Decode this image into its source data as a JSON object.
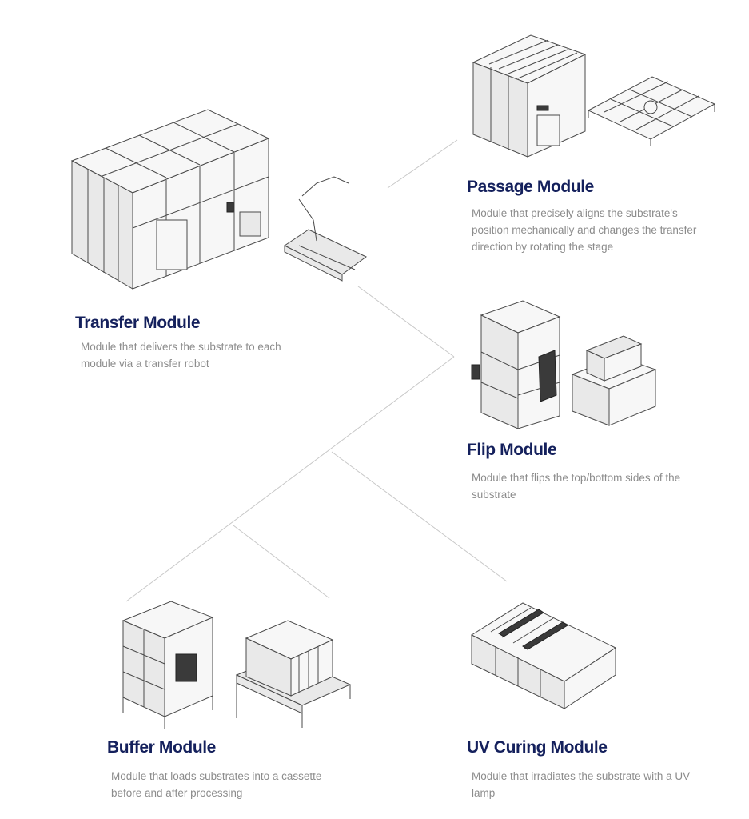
{
  "modules": [
    {
      "id": "transfer",
      "title": "Transfer Module",
      "description": "Module that delivers the substrate to each module via a transfer robot",
      "icon": "transfer-module-illustration"
    },
    {
      "id": "passage",
      "title": "Passage Module",
      "description": "Module that precisely aligns the substrate's position mechanically and changes the transfer direction by rotating the stage",
      "icon": "passage-module-illustration"
    },
    {
      "id": "flip",
      "title": "Flip Module",
      "description": "Module that flips the top/bottom sides of the substrate",
      "icon": "flip-module-illustration"
    },
    {
      "id": "buffer",
      "title": "Buffer Module",
      "description": "Module that loads substrates into a cassette before and after processing",
      "icon": "buffer-module-illustration"
    },
    {
      "id": "uv",
      "title": "UV Curing Module",
      "description": "Module that irradiates the substrate with a UV lamp",
      "icon": "uv-curing-module-illustration"
    }
  ],
  "colors": {
    "title": "#14205c",
    "description": "#8c8c8c",
    "connector": "#c8c8c8"
  }
}
